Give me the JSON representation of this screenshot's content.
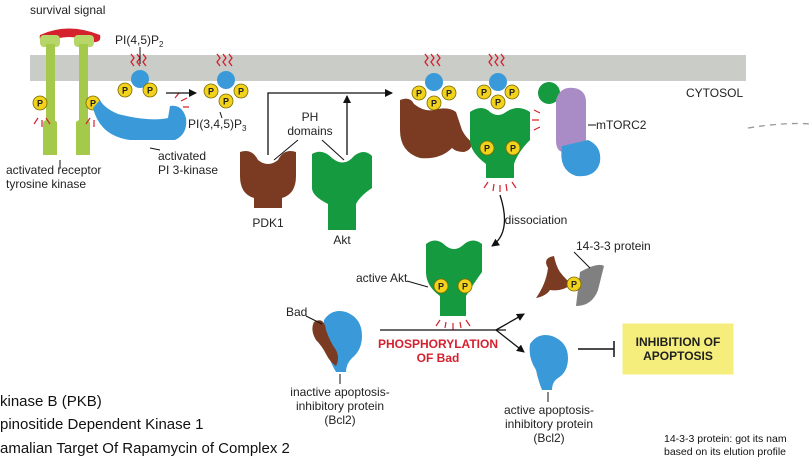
{
  "diagram": {
    "survival_signal": "survival signal",
    "pi45p2": "PI(4,5)P",
    "pi45p2_sub": "2",
    "pi345p3": "PI(3,4,5)P",
    "pi345p3_sub": "3",
    "ph_domains_1": "PH",
    "ph_domains_2": "domains",
    "cytosol": "CYTOSOL",
    "mtorc2": "mTORC2",
    "receptor_1": "activated receptor",
    "receptor_2": "tyrosine kinase",
    "pi3k_1": "activated",
    "pi3k_2": "PI 3-kinase",
    "pdk1": "PDK1",
    "akt": "Akt",
    "dissociation": "dissociation",
    "active_akt": "active Akt",
    "protein_1433": "14-3-3 protein",
    "bad": "Bad",
    "phos_1": "PHOSPHORYLATION",
    "phos_2": "OF Bad",
    "inhib_1": "INHIBITION OF",
    "inhib_2": "APOPTOSIS",
    "inactive_1": "inactive apoptosis-",
    "inactive_2": "inhibitory protein",
    "inactive_3": "(Bcl2)",
    "active_1": "active apoptosis-",
    "active_2": "inhibitory protein",
    "active_3": "(Bcl2)",
    "phospho_label": "P"
  },
  "legend": {
    "line1": "kinase B (PKB)",
    "line2": "pinositide Dependent Kinase 1",
    "line3": "amalian Target Of Rapamycin of Complex 2"
  },
  "note": {
    "line1": "14-3-3 protein: got its nam",
    "line2": "based on its elution profile"
  },
  "colors": {
    "membrane": "#c9ccc7",
    "receptor_green": "#a4c94b",
    "pi3k_blue": "#3a9ad9",
    "akt_green": "#159a3f",
    "pdk1_brown": "#7a3b22",
    "mtorc2_purple": "#a98bc5",
    "phospho_yellow": "#f2d21b",
    "signal_red": "#d5202e",
    "inhibition_box": "#f6ee7c"
  }
}
